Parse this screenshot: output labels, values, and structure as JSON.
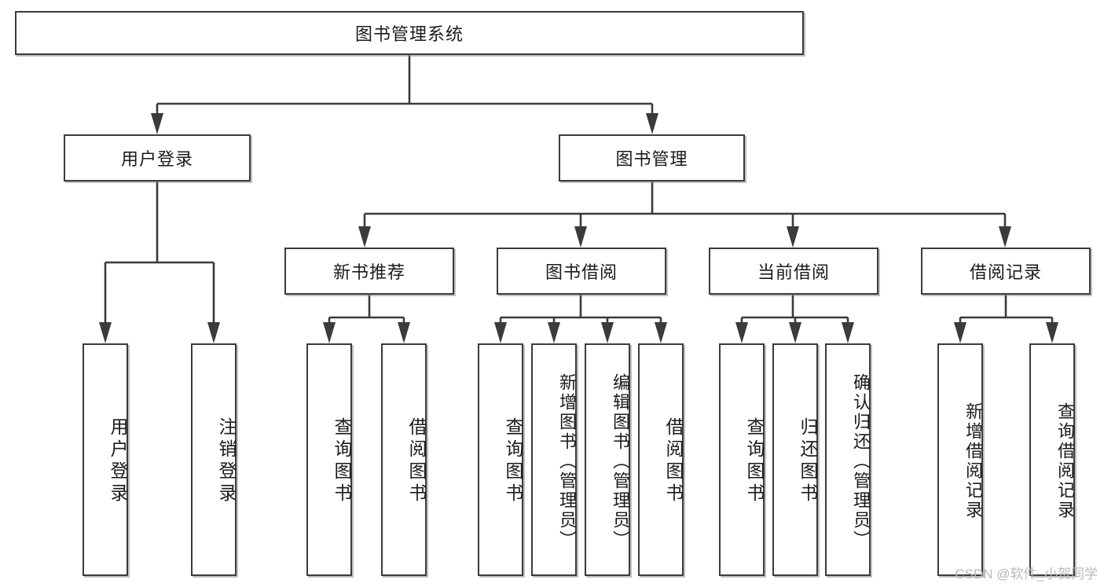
{
  "diagram": {
    "type": "tree",
    "title": "图书管理系统",
    "root": {
      "label": "图书管理系统"
    },
    "level2": [
      {
        "label": "用户登录"
      },
      {
        "label": "图书管理"
      }
    ],
    "level3": [
      {
        "label": "新书推荐"
      },
      {
        "label": "图书借阅"
      },
      {
        "label": "当前借阅"
      },
      {
        "label": "借阅记录"
      }
    ],
    "leaves": {
      "user_login": [
        {
          "label": "用户登录"
        },
        {
          "label": "注销登录"
        }
      ],
      "new_book_recommend": [
        {
          "label": "查询图书"
        },
        {
          "label": "借阅图书"
        }
      ],
      "book_borrow": [
        {
          "label": "查询图书"
        },
        {
          "label": "新增图书（管理员）"
        },
        {
          "label": "编辑图书（管理员）"
        },
        {
          "label": "借阅图书"
        }
      ],
      "current_borrow": [
        {
          "label": "查询图书"
        },
        {
          "label": "归还图书"
        },
        {
          "label": "确认归还（管理员）"
        }
      ],
      "borrow_record": [
        {
          "label": "新增借阅记录"
        },
        {
          "label": "查询借阅记录"
        }
      ]
    }
  },
  "watermark": {
    "text": "CSDN @软件_小贺同学"
  },
  "colors": {
    "border": "#3b3b3b",
    "background": "#ffffff",
    "text": "#1b1b1b",
    "watermark": "#b9b9b9"
  }
}
